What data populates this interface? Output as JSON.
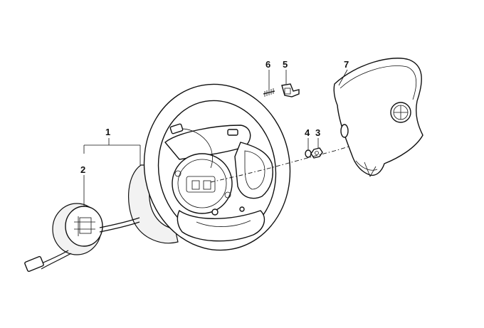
{
  "callouts": [
    {
      "id": "1",
      "label": "1"
    },
    {
      "id": "2",
      "label": "2"
    },
    {
      "id": "3",
      "label": "3"
    },
    {
      "id": "4",
      "label": "4"
    },
    {
      "id": "5",
      "label": "5"
    },
    {
      "id": "6",
      "label": "6"
    },
    {
      "id": "7",
      "label": "7"
    }
  ],
  "parts": [
    {
      "id": "steering-wheel",
      "callout": "1"
    },
    {
      "id": "slip-ring",
      "callout": "2"
    },
    {
      "id": "hex-nut",
      "callout": "3"
    },
    {
      "id": "washer",
      "callout": "4"
    },
    {
      "id": "connector-clip",
      "callout": "5"
    },
    {
      "id": "spring-pin",
      "callout": "6"
    },
    {
      "id": "airbag-module",
      "callout": "7"
    }
  ]
}
